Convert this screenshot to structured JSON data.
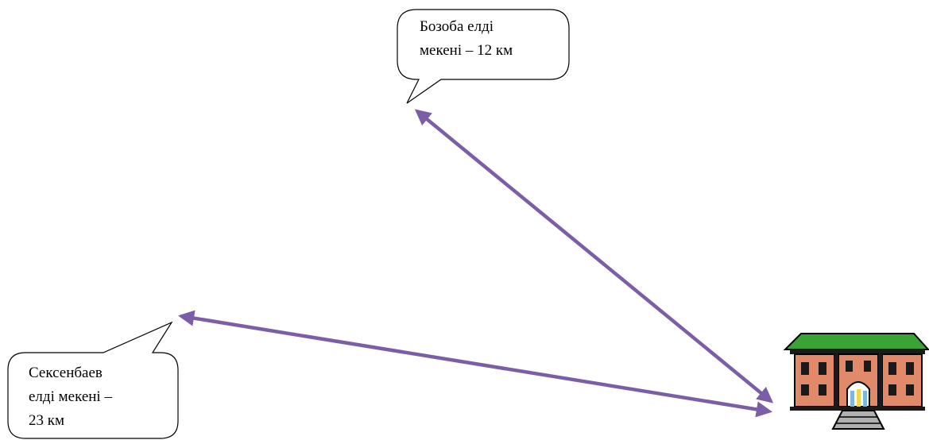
{
  "callouts": {
    "bozoba": {
      "lines": [
        "Бозоба елді",
        "мекені – 12 км"
      ]
    },
    "seksenbaev": {
      "lines": [
        "Сексенбаев",
        "елді мекені –",
        "23 км"
      ]
    }
  },
  "colors": {
    "arrow": "#7b5ea7",
    "roof": "#3aa335",
    "wall": "#e08a6a",
    "window": "#1a1a1a",
    "door": "#7fb6e0",
    "steps": "#b0b0b0"
  },
  "icons": {
    "destination": "school-building-icon"
  }
}
